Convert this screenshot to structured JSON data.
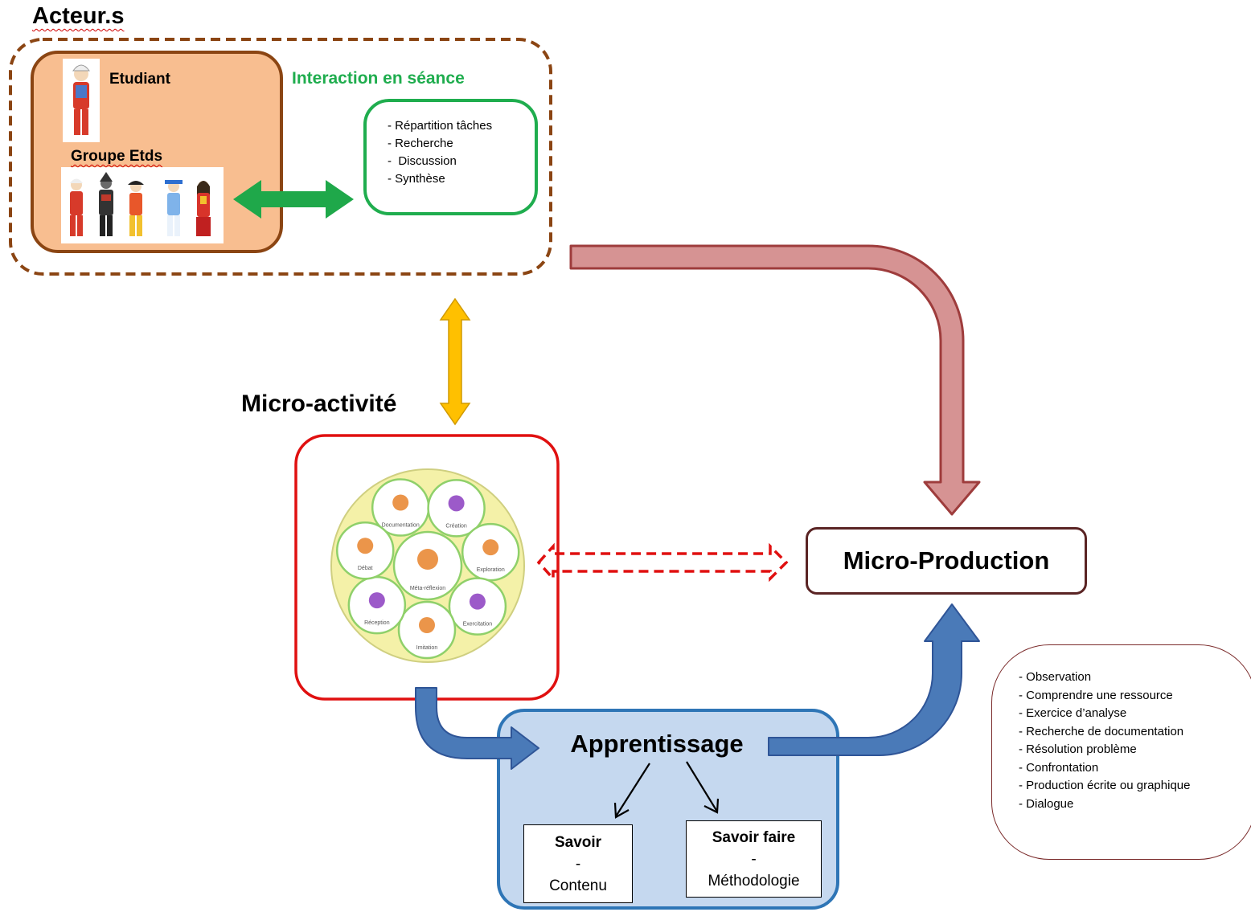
{
  "acteurs": {
    "title": "Acteur.s",
    "etudiant_label": "Etudiant",
    "groupe_label": "Groupe Etds"
  },
  "interaction": {
    "title": "Interaction en séance",
    "items": [
      "- Répartition tâches",
      "- Recherche",
      "-  Discussion",
      "- Synthèse"
    ]
  },
  "micro_activite": {
    "title": "Micro-activité",
    "wheel_labels": [
      "Documentation",
      "Création",
      "Exploration",
      "Exercitation",
      "Imitation",
      "Réception",
      "Débat",
      "Méta-réflexion"
    ]
  },
  "micro_production": {
    "title": "Micro-Production"
  },
  "apprentissage": {
    "title": "Apprentissage",
    "savoir": {
      "title": "Savoir",
      "dash": "-",
      "sub": "Contenu"
    },
    "savoir_faire": {
      "title": "Savoir faire",
      "dash": "-",
      "sub": "Méthodologie"
    }
  },
  "activities": {
    "items": [
      "- Observation",
      "- Comprendre une ressource",
      "- Exercice d’analyse",
      "- Recherche de documentation",
      "- Résolution problème",
      "- Confrontation",
      "- Production écrite ou graphique",
      "- Dialogue"
    ]
  },
  "colors": {
    "acteurs_fill": "#f8be90",
    "acteurs_border": "#8b4513",
    "interaction_green": "#1fad4e",
    "arrow_yellow": "#ffc000",
    "arrow_pink": "#d69393",
    "micro_activite_border": "#e01010",
    "apprentissage_fill": "#c5d8ef",
    "apprentissage_border": "#2e75b6",
    "arrow_blue": "#4a7ab8",
    "wheel_fill": "#f4f1a8",
    "wheel_circle": "#8fd06a"
  }
}
